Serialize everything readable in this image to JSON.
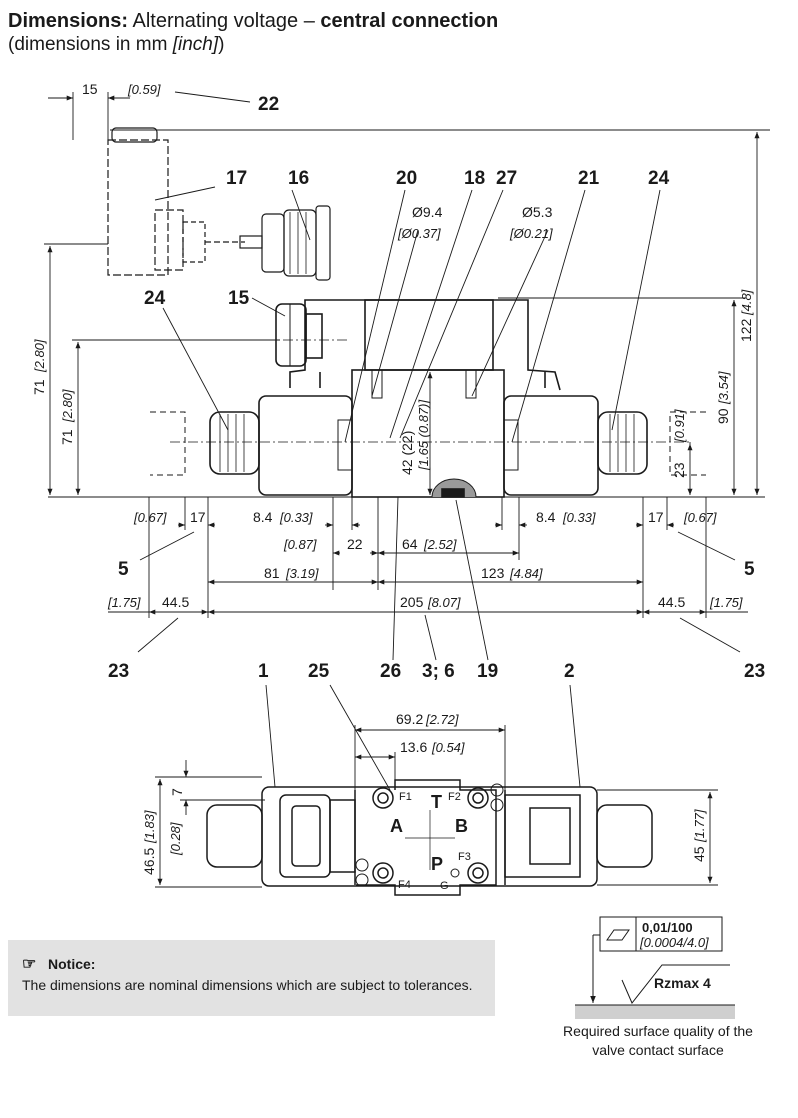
{
  "header": {
    "title_bold": "Dimensions:",
    "title_regular": "Alternating voltage –",
    "title_bold2": "central connection",
    "subtitle_prefix": "(dimensions in mm",
    "subtitle_unit": "[inch]",
    "subtitle_suffix": ")"
  },
  "callouts": {
    "c22": "22",
    "c17": "17",
    "c16": "16",
    "c20": "20",
    "c18": "18",
    "c27": "27",
    "c21": "21",
    "c24a": "24",
    "c24b": "24",
    "c15": "15",
    "c5a": "5",
    "c5b": "5",
    "c23a": "23",
    "c23b": "23",
    "c26": "26",
    "c36": "3; 6",
    "c19": "19",
    "c1": "1",
    "c25": "25",
    "c2": "2"
  },
  "dims": {
    "d15": "15",
    "d15i": "[0.59]",
    "d94": "Ø9.4",
    "d94i": "[Ø0.37]",
    "d53": "Ø5.3",
    "d53i": "[Ø0.21]",
    "d71a": "71",
    "d71ai": "[2.80]",
    "d71b": "71",
    "d71bi": "[2.80]",
    "d122": "122",
    "d122i": "[4.8]",
    "d90": "90",
    "d90i": "[3.54]",
    "d23": "23",
    "d23i": "[0.91]",
    "d42": "42 (22)",
    "d165": "[1.65 (0.87)]",
    "d067a": "[0.67]",
    "d17a": "17",
    "d84a": "8.4",
    "d84ai": "[0.33]",
    "d84b": "8.4",
    "d84bi": "[0.33]",
    "d17b": "17",
    "d067b": "[0.67]",
    "d087": "[0.87]",
    "d22": "22",
    "d64": "64",
    "d64i": "[2.52]",
    "d81": "81",
    "d81i": "[3.19]",
    "d123": "123",
    "d123i": "[4.84]",
    "d175a": "[1.75]",
    "d445a": "44.5",
    "d205": "205",
    "d205i": "[8.07]",
    "d445b": "44.5",
    "d175b": "[1.75]",
    "d692": "69.2",
    "d692i": "[2.72]",
    "d136": "13.6",
    "d136i": "[0.54]",
    "d7": "7",
    "d465": "46.5",
    "d465i": "[1.83]",
    "d028": "[0.28]",
    "d45": "45",
    "d45i": "[1.77]"
  },
  "ports": {
    "T": "T",
    "A": "A",
    "B": "B",
    "P": "P",
    "G": "G",
    "F1": "F1",
    "F2": "F2",
    "F3": "F3",
    "F4": "F4"
  },
  "surface": {
    "tolerance": "0,01/100",
    "tolerance_inch": "[0.0004/4.0]",
    "roughness": "Rzmax  4",
    "caption_line1": "Required surface quality of the",
    "caption_line2": "valve contact surface"
  },
  "notice": {
    "title": "Notice:",
    "text": "The dimensions are nominal dimensions which are subject to tolerances."
  }
}
